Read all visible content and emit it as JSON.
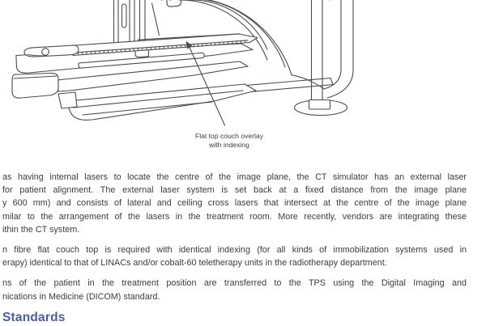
{
  "figure": {
    "caption": {
      "line1": "Flat top couch overlay",
      "line2": "with indexing"
    }
  },
  "content": {
    "paragraphs": [
      {
        "lines": [
          "as having internal lasers to locate the centre of the image plane, the CT simulator has an external laser",
          "for patient alignment. The external laser system is set back at a fixed distance from the image plane",
          "y 600 mm) and consists of lateral and ceiling cross lasers that intersect at the centre of the image plane",
          "milar to the arrangement of the lasers in the treatment room. More recently, vendors are integrating these",
          "ithin the CT system."
        ]
      },
      {
        "lines": [
          "n fibre flat couch top is required with identical indexing (for all kinds of immobilization systems used in",
          "erapy) identical to that of LINACs and/or cobalt-60 teletherapy units in the radiotherapy department."
        ]
      },
      {
        "lines": [
          "ns of the patient in the treatment position are transferred to the TPS using the Digital Imaging and",
          "nications in Medicine (DICOM) standard."
        ]
      }
    ],
    "heading": "Standards"
  },
  "colors": {
    "body_text": "#3d3d3d",
    "heading": "#485fa7",
    "line_art": "#4b4b4b",
    "caption": "#3c3c3c",
    "background": "#ffffff"
  }
}
